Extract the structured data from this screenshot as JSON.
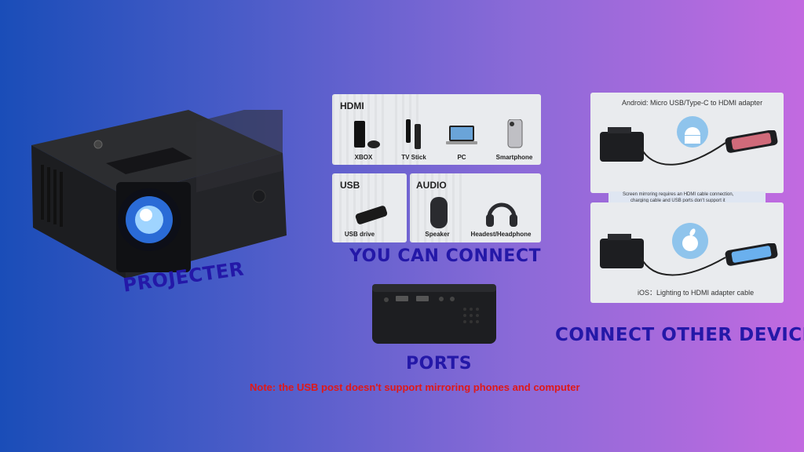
{
  "headings": {
    "projector": "PROJECTER",
    "you_can_connect": "YOU CAN CONNECT",
    "ports": "PORTS",
    "connect_other": "CONNECT OTHER DEVICE"
  },
  "note": "Note: the USB post doesn't support mirroring phones and computer",
  "hdmi": {
    "title": "HDMI",
    "items": [
      "XBOX",
      "TV Stick",
      "PC",
      "Smartphone"
    ]
  },
  "usb": {
    "title": "USB",
    "items": [
      "USB drive"
    ]
  },
  "audio": {
    "title": "AUDIO",
    "items": [
      "Speaker",
      "Headest/Headphone"
    ]
  },
  "android_panel": {
    "caption": "Android: Micro USB/Type-C to HDMI adapter"
  },
  "mirror_note": {
    "line1": "Screen mirroring requires an HDMI cable connection,",
    "line2": "charging cable and USB ports don't support it"
  },
  "ios_panel": {
    "caption": "iOS：Lighting to HDMI adapter cable"
  },
  "colors": {
    "heading": "#2418a8",
    "note": "#e01818",
    "bg_left": "#1a4db8",
    "bg_right": "#c26ae0"
  }
}
